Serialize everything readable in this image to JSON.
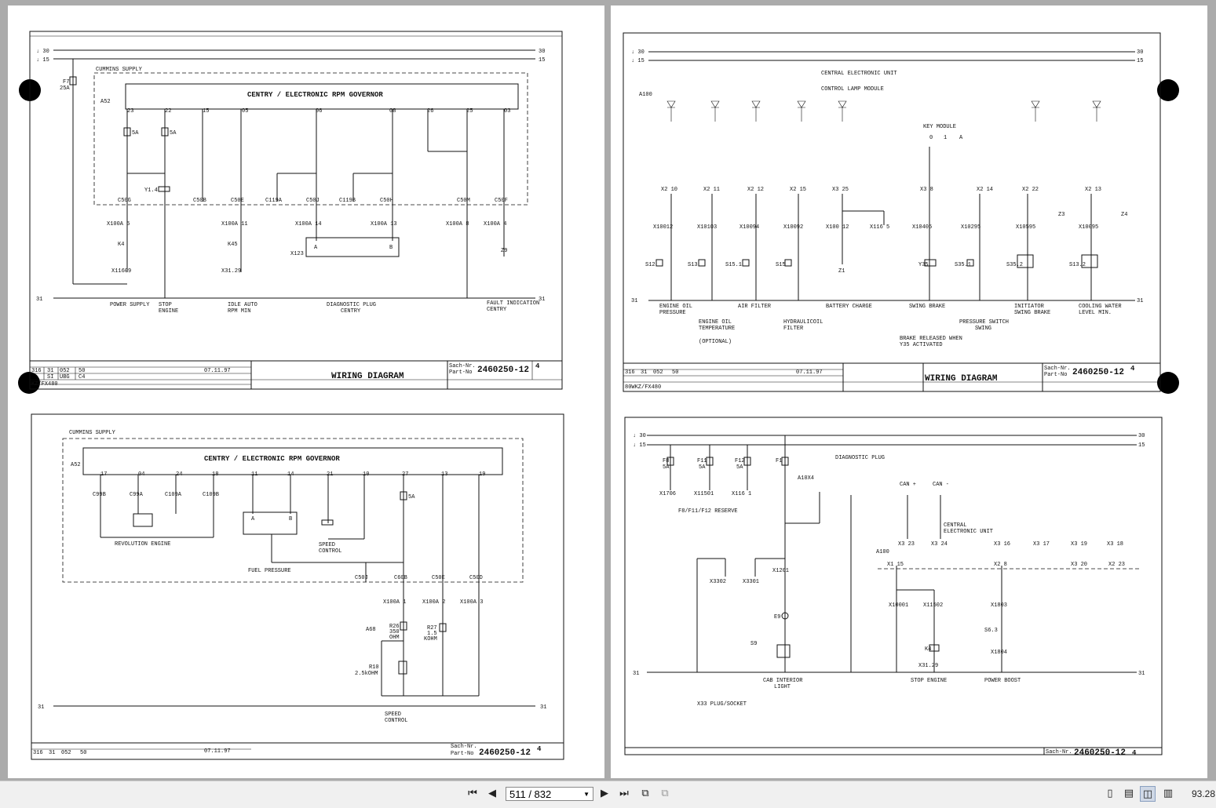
{
  "viewer": {
    "current_page": "511",
    "total_pages": "832",
    "page_label": "511 / 832",
    "zoom": "93.28"
  },
  "icons": {
    "first": "first-page-icon",
    "prev": "prev-page-icon",
    "next": "next-page-icon",
    "last": "last-page-icon",
    "rotate": "rotate-icon",
    "copy": "copy-icon",
    "single": "single-page-icon",
    "continuous": "continuous-page-icon",
    "facing": "facing-pages-icon",
    "facing_cont": "facing-continuous-icon"
  },
  "sheet1": {
    "rail_top1": "↓ 30",
    "rail_top2": "↓ 15",
    "rail_right1": "30",
    "rail_right2": "15",
    "rail_bottom": "31",
    "supply": "CUMMINS SUPPLY",
    "fuse": "F7",
    "fuse_rating": "25A",
    "module": "A52",
    "title": "CENTRY / ELECTRONIC RPM GOVERNOR",
    "pins": [
      "23",
      "22",
      "15",
      "05",
      "06",
      "08",
      "26",
      "25",
      "03"
    ],
    "f5a": "5A",
    "conn": [
      "C50G",
      "C50B",
      "C50E",
      "C119A",
      "C50J",
      "C119B",
      "C50H",
      "C50M",
      "C50F"
    ],
    "y14": "Y1.4",
    "x100": [
      "X100A 5",
      "X100A 11",
      "X100A 14",
      "X100A 13",
      "X100A 8",
      "X100A 4"
    ],
    "k4": "K4",
    "k45": "K45",
    "x123": "X123",
    "pa": "A",
    "pb": "B",
    "z9": "Z9",
    "x11609": "X11609",
    "x3129": "X31.29",
    "labels": [
      "POWER SUPPLY",
      "STOP",
      "ENGINE",
      "IDLE AUTO",
      "RPM MIN",
      "DIAGNOSTIC PLUG",
      "CENTRY",
      "FAULT INDICATION",
      "CENTRY"
    ],
    "tb": [
      "316",
      "31",
      "052",
      "50",
      "SI",
      "UBG",
      "C4"
    ],
    "model": "KZ/FX480",
    "diagram": "WIRING DIAGRAM",
    "sach": "Sach-Nr.",
    "part": "Part-No",
    "partno": "2460250-12",
    "sheetno": "4",
    "date": "07.11.97"
  },
  "sheet2": {
    "cu": "CENTRAL ELECTRONIC UNIT",
    "clm": "CONTROL LAMP MODULE",
    "a100": "A100",
    "key": "KEY MODULE",
    "k0": "0",
    "k1": "1",
    "kA": "A",
    "top": [
      "X2 10",
      "X2 11",
      "X2 12",
      "X2 15",
      "X3 25",
      "X3 8",
      "X2 14",
      "X2 22",
      "X2 13"
    ],
    "mid": [
      "X10012",
      "X10103",
      "X10094",
      "X10092",
      "X100 12",
      "X116 5",
      "X10405",
      "X10295",
      "X10595",
      "X10095"
    ],
    "sw": [
      "S12",
      "S13",
      "S15.1",
      "S15",
      "Z1",
      "Y35",
      "S35.1",
      "S35.2",
      "S13.2"
    ],
    "z3": "Z3",
    "z4": "Z4",
    "labels": [
      "ENGINE OIL",
      "PRESSURE",
      "ENGINE OIL",
      "TEMPERATURE",
      "(OPTIONAL)",
      "AIR FILTER",
      "HYDRAULICOIL",
      "FILTER",
      "BATTERY CHARGE",
      "SWING BRAKE",
      "BRAKE RELEASED WHEN",
      "Y35 ACTIVATED",
      "PRESSURE SWITCH",
      "SWING",
      "INITIATOR",
      "SWING BRAKE",
      "COOLING WATER",
      "LEVEL MIN."
    ],
    "model": "80WKZ/FX480"
  },
  "sheet3": {
    "supply": "CUMMINS SUPPLY",
    "module": "A52",
    "title": "CENTRY / ELECTRONIC RPM GOVERNOR",
    "pins": [
      "17",
      "04",
      "24",
      "18",
      "11",
      "14",
      "21",
      "10",
      "27",
      "13",
      "19"
    ],
    "conn": [
      "C99B",
      "C99A",
      "C109A",
      "C109B",
      "C50J",
      "C60B",
      "C50E",
      "C50D"
    ],
    "labels": [
      "REVOLUTION ENGINE",
      "FUEL PRESSURE",
      "SPEED",
      "CONTROL",
      "SPEED",
      "CONTROL"
    ],
    "pa": "A",
    "pb": "B",
    "f5a": "5A",
    "x100": [
      "X100A 1",
      "X100A 2",
      "X100A 3"
    ],
    "a68": "A68",
    "r26": "R26",
    "r26v": "350",
    "r26u": "OHM",
    "r27": "R27",
    "r27v": "1.5",
    "r27u": "KOHM",
    "r10": "R10",
    "r10v": "2.5kOHM"
  },
  "sheet4": {
    "fuses": [
      "F8",
      "F11",
      "F12",
      "F1"
    ],
    "fr": [
      "5A",
      "5A",
      "5A"
    ],
    "xs": [
      "X1706",
      "X11501",
      "X116 1"
    ],
    "reserve": "F8/F11/F12 RESERVE",
    "diag": "DIAGNOSTIC PLUG",
    "a10x4": "A10X4",
    "canp": "CAN +",
    "canm": "CAN -",
    "ceu": "CENTRAL",
    "ceu2": "ELECTRONIC UNIT",
    "xa": [
      "X3 23",
      "X3 24",
      "X3 16",
      "X3 17",
      "X3 19",
      "X3 18"
    ],
    "a100": "A100",
    "xb": [
      "X1 15",
      "X2 8",
      "X3 20",
      "X2 23"
    ],
    "x3302": "X3302",
    "x3301": "X3301",
    "x1201": "X1201",
    "x10001": "X10001",
    "x11502": "X11502",
    "x1803": "X1803",
    "e9": "E9",
    "s9": "S9",
    "k4": "K4",
    "s63": "S6.3",
    "x1804": "X1804",
    "x3129": "X31.29",
    "labels": [
      "CAB INTERIOR",
      "LIGHT",
      "STOP ENGINE",
      "POWER BOOST",
      "X33 PLUG/SOCKET"
    ],
    "sach": "Sach-Nr.",
    "partno": "2460250-12",
    "sheetno": "4"
  }
}
